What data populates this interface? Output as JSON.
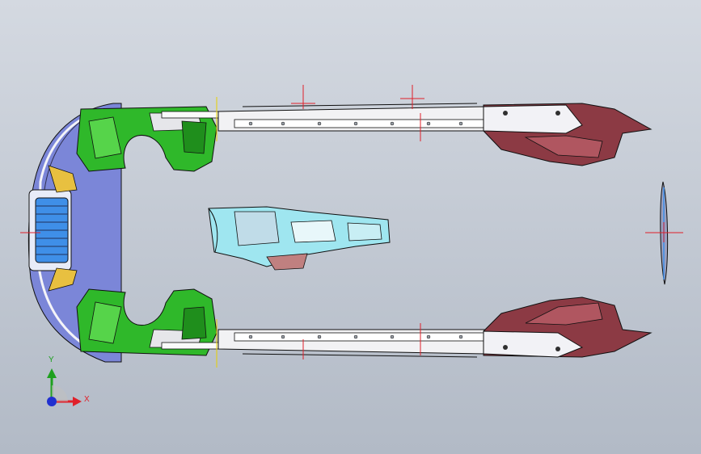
{
  "triad": {
    "x_label": "X",
    "y_label": "Y",
    "x_color": "#e0202a",
    "y_color": "#1ea01e",
    "z_color": "#2030d0"
  },
  "colors": {
    "background_top": "#d4d9e1",
    "background_bottom": "#b2bac6",
    "wheel_arch": "#2fb82a",
    "bumper": "#5b67d6",
    "grille": "#3f8fe8",
    "rocker_sill": "#f2f2f4",
    "rear_quarter": "#8c3a44",
    "center_tunnel": "#9fe6f0",
    "origin_marker": "#e0202a",
    "edge": "#101010"
  },
  "parts": [
    {
      "name": "front-bumper"
    },
    {
      "name": "front-wheel-arch-left"
    },
    {
      "name": "front-wheel-arch-right"
    },
    {
      "name": "rocker-sill-left"
    },
    {
      "name": "rocker-sill-right"
    },
    {
      "name": "rear-quarter-left"
    },
    {
      "name": "rear-quarter-right"
    },
    {
      "name": "center-tunnel"
    },
    {
      "name": "rear-spoiler-profile"
    }
  ]
}
